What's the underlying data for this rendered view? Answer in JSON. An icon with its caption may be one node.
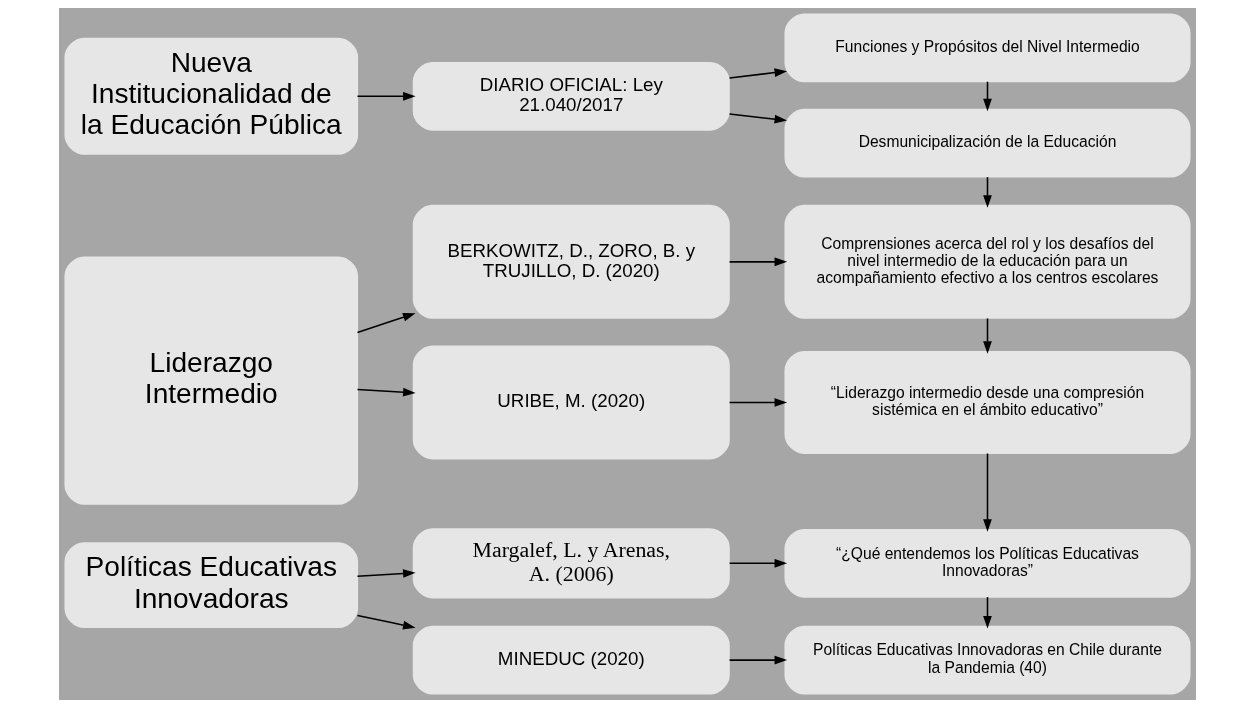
{
  "diagram": {
    "nodes": [
      {
        "text": [
          "Nueva Institucionalidad de la Educación Pública"
        ]
      },
      {
        "text": [
          "DIARIO OFICIAL: Ley 21.040/2017"
        ]
      },
      {
        "text": [
          "Funciones y Propósitos del Nivel Intermedio"
        ]
      },
      {
        "text": [
          "Desmunicipalización de la Educación"
        ]
      },
      {
        "text": [
          "Liderazgo Intermedio"
        ]
      },
      {
        "text": [
          "BERKOWITZ, D., ZORO, B. y TRUJILLO, D. (2020)"
        ]
      },
      {
        "text": [
          "Comprensiones acerca del rol y los desafíos del nivel intermedio de la educación para un acompañamiento efectivo a los centros escolares"
        ]
      },
      {
        "text": [
          "URIBE, M. (2020)"
        ]
      },
      {
        "text": [
          "“Liderazgo intermedio desde una compresión sistémica en el ámbito educativo”"
        ]
      },
      {
        "text": [
          "Políticas Educativas Innovadoras"
        ]
      },
      {
        "text": [
          "Margalef, L. y Arenas, A. (2006)"
        ]
      },
      {
        "text": [
          "“¿Qué entendemos los Políticas Educativas Innovadoras”"
        ]
      },
      {
        "text": [
          "MINEDUC (2020)"
        ]
      },
      {
        "text": [
          "Políticas Educativas Innovadoras en Chile durante la Pandemia (40)"
        ]
      }
    ],
    "edges": [
      {
        "from": 0,
        "to": 1,
        "arrow": "to"
      },
      {
        "from": 1,
        "to": 2,
        "arrow": "to"
      },
      {
        "from": 1,
        "to": 3,
        "arrow": "to"
      },
      {
        "from": 2,
        "to": 3,
        "arrow": "to"
      },
      {
        "from": 3,
        "to": 6,
        "arrow": "to"
      },
      {
        "from": 4,
        "to": 5,
        "arrow": "to"
      },
      {
        "from": 4,
        "to": 7,
        "arrow": "to"
      },
      {
        "from": 5,
        "to": 6,
        "arrow": "to"
      },
      {
        "from": 7,
        "to": 8,
        "arrow": "to"
      },
      {
        "from": 6,
        "to": 8,
        "arrow": "to"
      },
      {
        "from": 9,
        "to": 10,
        "arrow": "to"
      },
      {
        "from": 9,
        "to": 12,
        "arrow": "to"
      },
      {
        "from": 10,
        "to": 11,
        "arrow": "to"
      },
      {
        "from": 8,
        "to": 11,
        "arrow": "to"
      },
      {
        "from": 12,
        "to": 13,
        "arrow": "to"
      },
      {
        "from": 11,
        "to": 13,
        "arrow": "to"
      }
    ]
  }
}
